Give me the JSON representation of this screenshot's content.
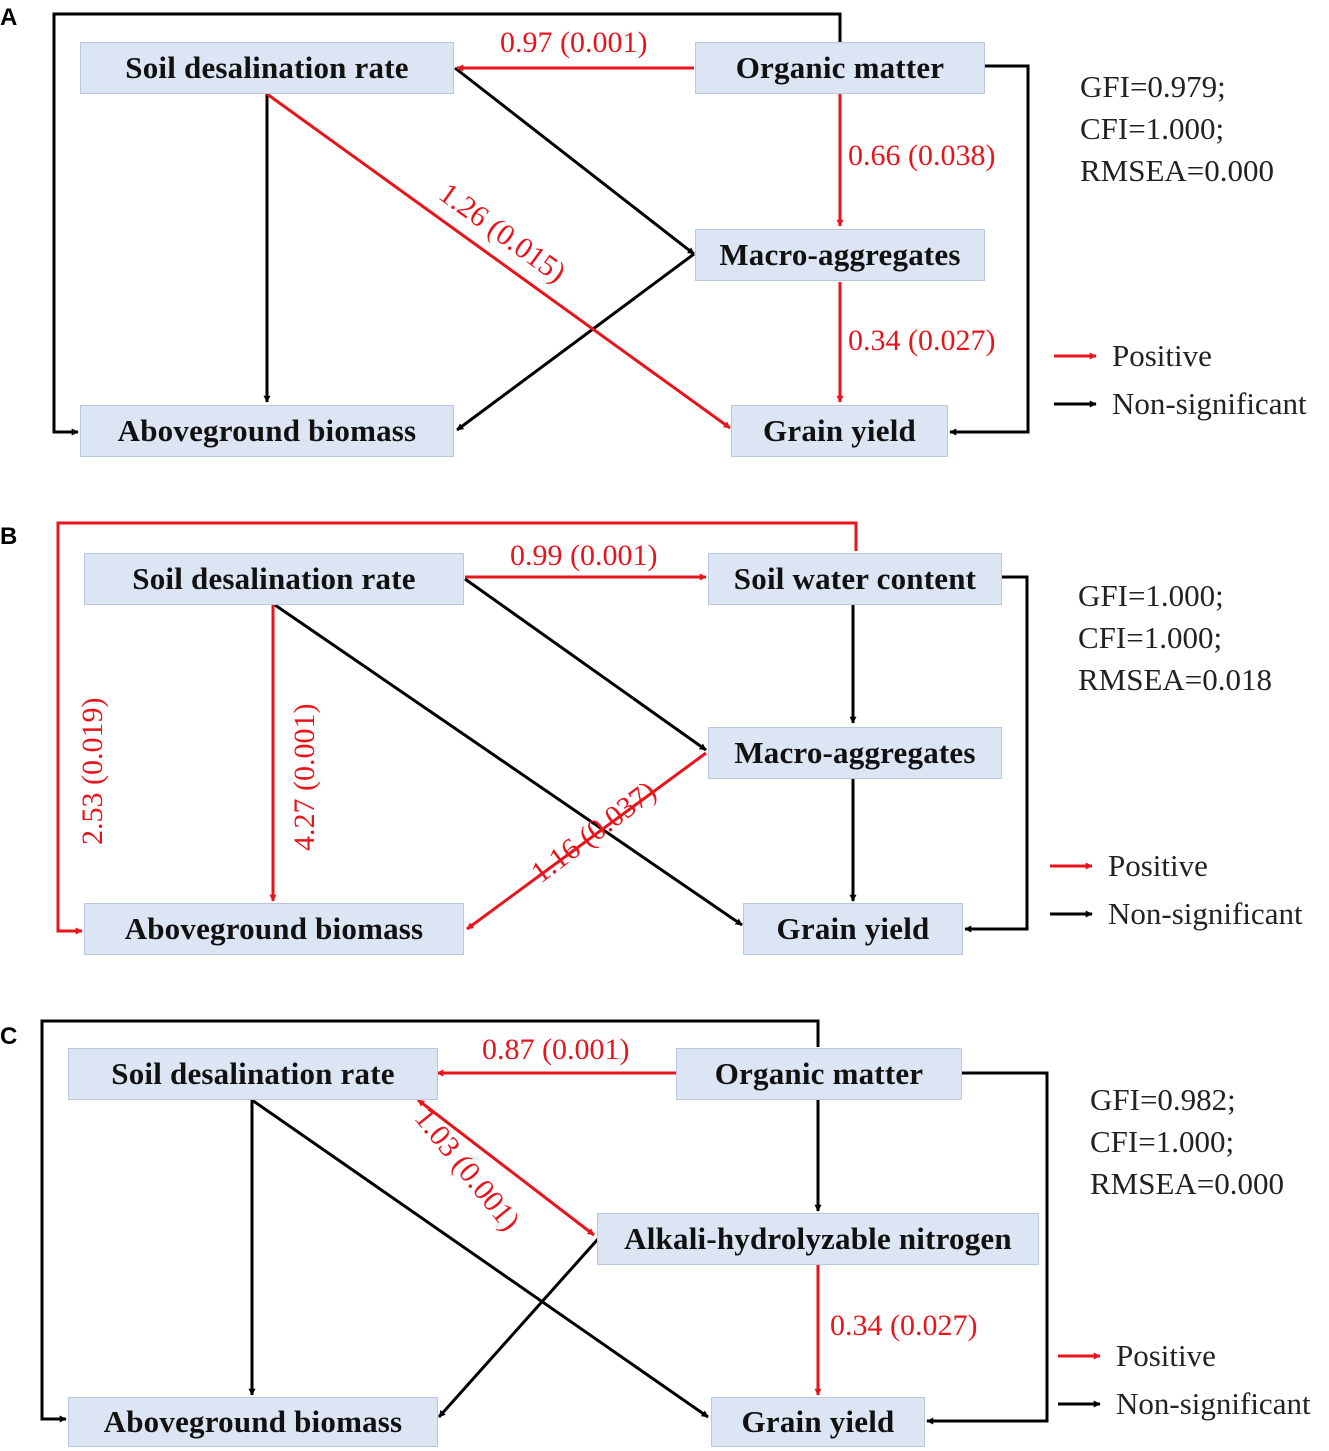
{
  "colors": {
    "positive": "#e8141b",
    "nonsignificant": "#000000",
    "node_fill": "#dbe5f3"
  },
  "legend": {
    "positive": "Positive",
    "nonsignificant": "Non-significant"
  },
  "panels": [
    {
      "letter": "A",
      "nodes": {
        "sdr": "Soil desalination rate",
        "om": "Organic matter",
        "macro": "Macro-aggregates",
        "ab": "Aboveground biomass",
        "gy": "Grain yield"
      },
      "edges": {
        "om_sdr": "0.97 (0.001)",
        "om_macro": "0.66 (0.038)",
        "sdr_gy": "1.26 (0.015)",
        "macro_gy": "0.34 (0.027)"
      },
      "fit": [
        "GFI=0.979;",
        "CFI=1.000;",
        "RMSEA=0.000"
      ]
    },
    {
      "letter": "B",
      "nodes": {
        "sdr": "Soil desalination rate",
        "swc": "Soil water content",
        "macro": "Macro-aggregates",
        "ab": "Aboveground biomass",
        "gy": "Grain yield"
      },
      "edges": {
        "sdr_swc": "0.99 (0.001)",
        "swc_ab": "2.53 (0.019)",
        "sdr_ab": "4.27 (0.001)",
        "macro_ab": "1.16 (0.037)"
      },
      "fit": [
        "GFI=1.000;",
        "CFI=1.000;",
        "RMSEA=0.018"
      ]
    },
    {
      "letter": "C",
      "nodes": {
        "sdr": "Soil desalination rate",
        "om": "Organic matter",
        "ahn": "Alkali-hydrolyzable nitrogen",
        "ab": "Aboveground biomass",
        "gy": "Grain yield"
      },
      "edges": {
        "om_sdr": "0.87 (0.001)",
        "sdr_ahn": "1.03 (0.001)",
        "ahn_gy": "0.34 (0.027)"
      },
      "fit": [
        "GFI=0.982;",
        "CFI=1.000;",
        "RMSEA=0.000"
      ]
    }
  ]
}
